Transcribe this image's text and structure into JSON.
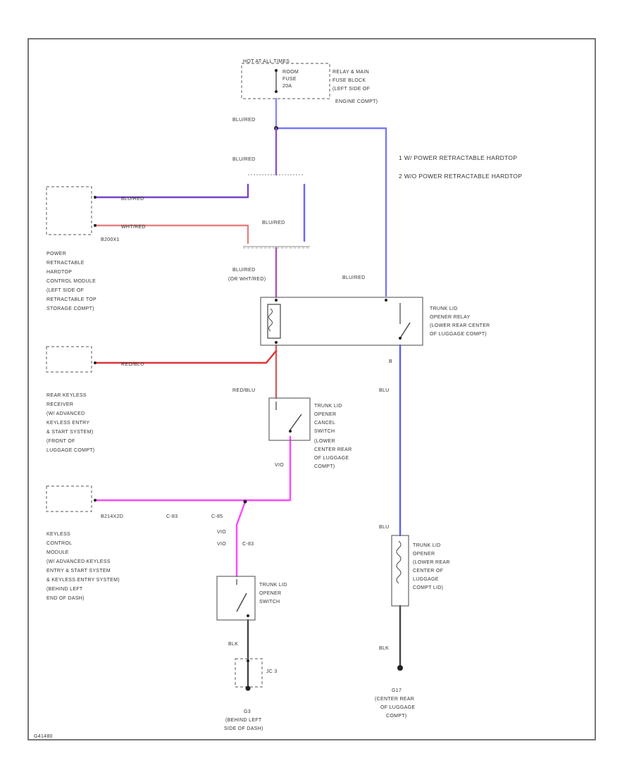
{
  "legend": [
    "1  W/ POWER RETRACTABLE HARDTOP",
    "2  W/O POWER RETRACTABLE HARDTOP"
  ],
  "fuse_block": {
    "header": "HOT AT ALL TIMES",
    "fuse_lines": [
      "ROOM",
      "FUSE",
      "20A"
    ],
    "location": [
      "RELAY & MAIN",
      "FUSE BLOCK",
      "(LEFT SIDE OF",
      "ENGINE COMPT)"
    ]
  },
  "hardtop_module": {
    "location": [
      "POWER",
      "RETRACTABLE",
      "HARDTOP",
      "CONTROL MODULE",
      "(LEFT SIDE OF",
      "RETRACTABLE TOP",
      "STORAGE COMPT)"
    ],
    "pin_labels": [
      "BLU/RED",
      "WHT/RED"
    ],
    "connector": "B200X1"
  },
  "receiver": {
    "location": [
      "REAR KEYLESS",
      "RECEIVER",
      "(W/ ADVANCED",
      "KEYLESS ENTRY",
      "& START SYSTEM)",
      "(FRONT OF",
      "LUGGAGE COMPT)"
    ],
    "wire": "RED/BLU"
  },
  "keyless_module": {
    "location": [
      "KEYLESS",
      "CONTROL",
      "MODULE",
      "(W/ ADVANCED KEYLESS",
      "ENTRY & START SYSTEM",
      "& KEYLESS ENTRY SYSTEM)",
      "(BEHIND LEFT",
      "END OF DASH)"
    ],
    "connector": "B214X2D",
    "splices": [
      "C-83",
      "C-85"
    ]
  },
  "wire_labels": {
    "fuse_out": "BLU/RED",
    "branch_down": "BLU/RED",
    "hardtop_switch": "BLU/RED",
    "relay_in": "BLU/RED",
    "relay_in_alt": "(OR WHT/RED)",
    "relay_right": "BLU/RED",
    "cancel_in": "RED/BLU",
    "vio_cancel": "VIO",
    "vio_switch": "VIO",
    "vio_c": "VIO",
    "c_label": "C-83",
    "blu_1": "BLU",
    "blu_2": "BLU",
    "blk_1": "BLK",
    "blk_2": "BLK",
    "relay_pin": "B"
  },
  "relay": {
    "location": [
      "TRUNK LID",
      "OPENER RELAY",
      "(LOWER REAR CENTER",
      "OF LUGGAGE COMPT)"
    ]
  },
  "cancel_switch": {
    "location": [
      "TRUNK LID",
      "OPENER",
      "CANCEL",
      "SWITCH",
      "(LOWER",
      "CENTER REAR",
      "OF LUGGAGE",
      "COMPT)"
    ]
  },
  "opener_switch": {
    "location": [
      "TRUNK LID",
      "OPENER",
      "SWITCH"
    ]
  },
  "actuator": {
    "location": [
      "TRUNK LID",
      "OPENER",
      "(LOWER REAR",
      "CENTER OF",
      "LUGGAGE",
      "COMPT LID)"
    ]
  },
  "ground_left": {
    "name": "G3",
    "location": [
      "(BEHIND LEFT",
      "SIDE OF DASH)"
    ],
    "connector": "JC 3"
  },
  "ground_right": {
    "name": "G17",
    "location": [
      "(CENTER REAR",
      "OF LUGGAGE",
      "COMPT)"
    ]
  },
  "footer_code": "G41480",
  "colors": {
    "blu_red": "#7a4fd6",
    "blu": "#5b5bff",
    "red": "#e04040",
    "vio": "#ff44ff",
    "blk": "#444444"
  }
}
